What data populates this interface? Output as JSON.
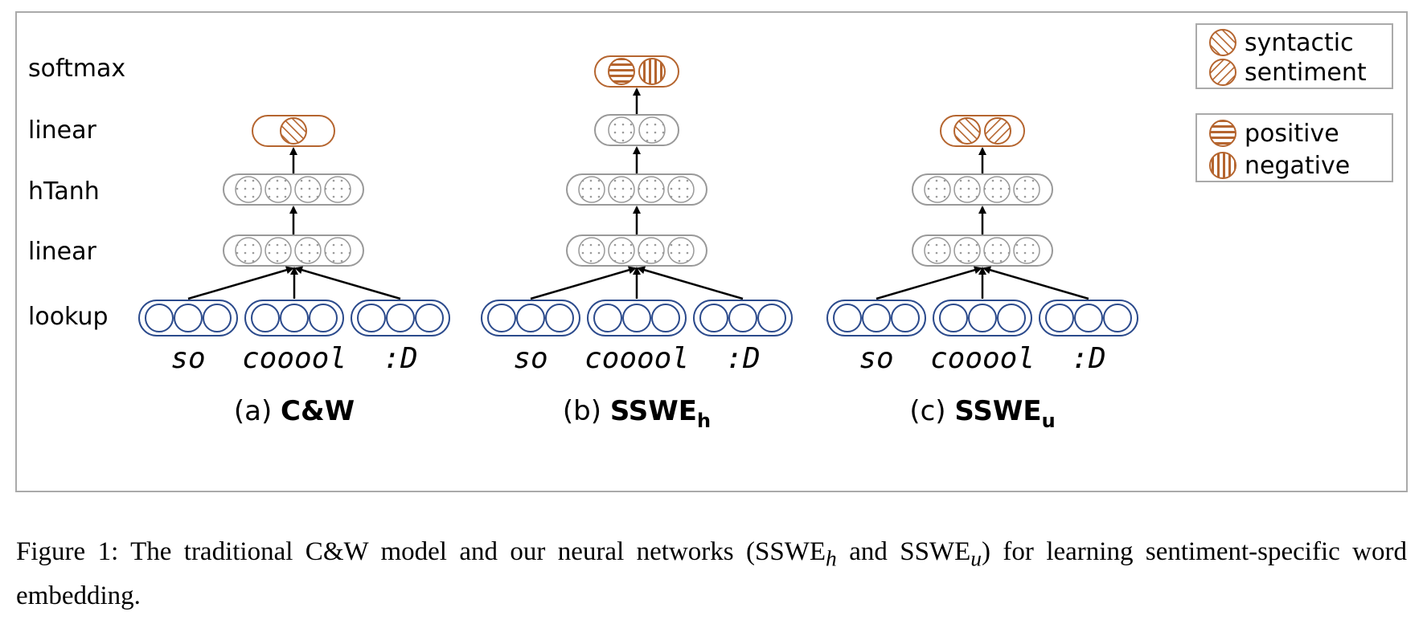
{
  "layers": {
    "softmax": "softmax",
    "linear_top": "linear",
    "htanh": "hTanh",
    "linear_bottom": "linear",
    "lookup": "lookup"
  },
  "panels": [
    {
      "id": "a",
      "prefix": "(a) ",
      "name": "C&W",
      "sub": "",
      "words": [
        "so",
        "cooool",
        ":D"
      ]
    },
    {
      "id": "b",
      "prefix": "(b) ",
      "name": "SSWE",
      "sub": "h",
      "words": [
        "so",
        "cooool",
        ":D"
      ]
    },
    {
      "id": "c",
      "prefix": "(c) ",
      "name": "SSWE",
      "sub": "u",
      "words": [
        "so",
        "cooool",
        ":D"
      ]
    }
  ],
  "legend": {
    "syntactic": "syntactic",
    "sentiment": "sentiment",
    "positive": "positive",
    "negative": "negative"
  },
  "caption": {
    "figure_label": "Figure 1:",
    "text_before": " The traditional C&W model and our neural networks (SSWE",
    "sub_h": "h",
    "text_and": " and SSWE",
    "sub_u": "u",
    "text_after": ") for learning sentiment-specific word embedding."
  },
  "colors": {
    "accent": "#b5652f",
    "lookup_stroke": "#2b4a8c",
    "hidden_stroke": "#999999",
    "frame": "#aaaaaa"
  }
}
